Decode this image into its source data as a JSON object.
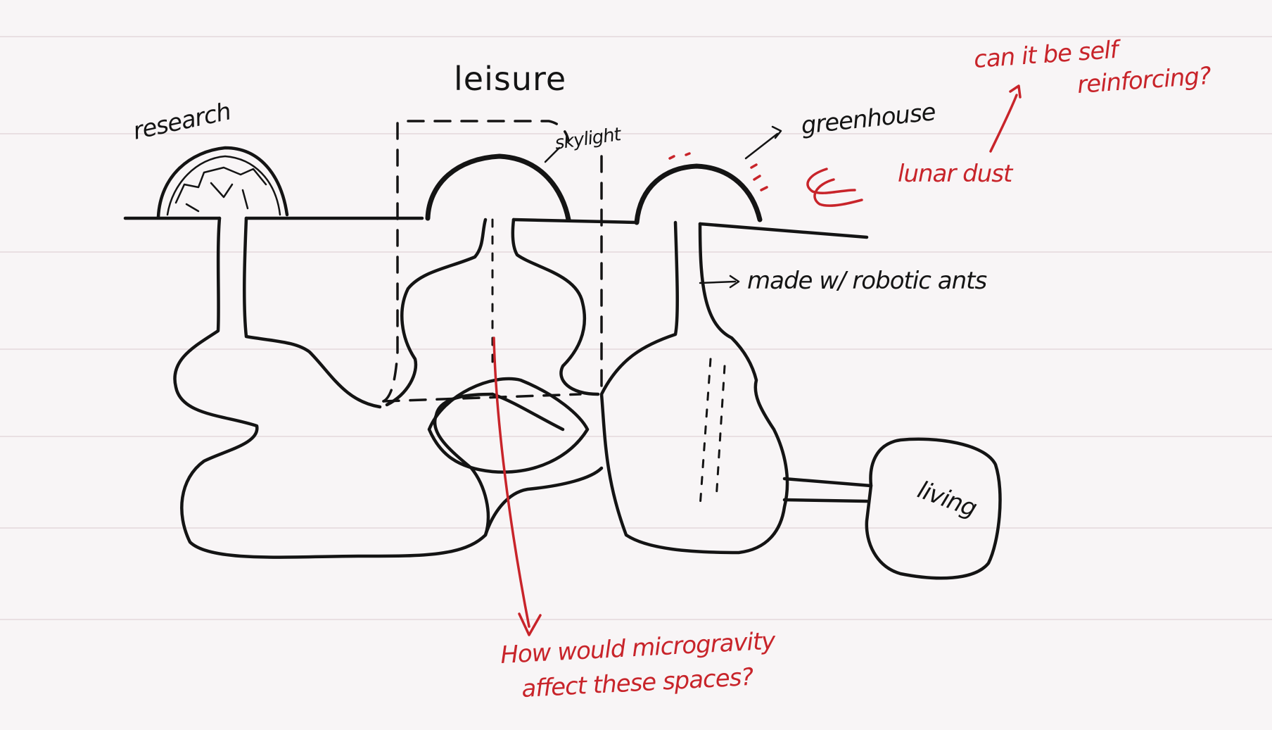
{
  "labels": {
    "research": "research",
    "leisure": "leisure",
    "skylight": "skylight",
    "greenhouse": "greenhouse",
    "made_by_ants": "made w/ robotic ants",
    "living": "living"
  },
  "notes": {
    "self_reinforcing_line1": "can it be self",
    "self_reinforcing_line2": "reinforcing?",
    "lunar_dust": "lunar dust",
    "microgravity_line1": "How would microgravity",
    "microgravity_line2": "affect these spaces?"
  },
  "colors": {
    "ink": "#141414",
    "red_ink": "#c8242a",
    "paper": "#f8f5f6"
  }
}
